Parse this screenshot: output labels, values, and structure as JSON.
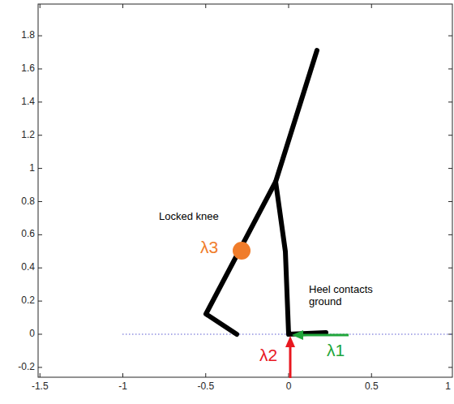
{
  "diagram": {
    "labels": [
      "1.8",
      "1.6",
      "1.4",
      "1.2",
      "1",
      "0.8",
      "0.6",
      "0.4",
      "0.2",
      "0",
      "-0.2",
      "-1.5",
      "-1",
      "-0.5",
      "0",
      "0.5",
      "1",
      "Locked knee",
      "λ3",
      "Heel contacts ground",
      "λ2",
      "λ1"
    ]
  }
}
